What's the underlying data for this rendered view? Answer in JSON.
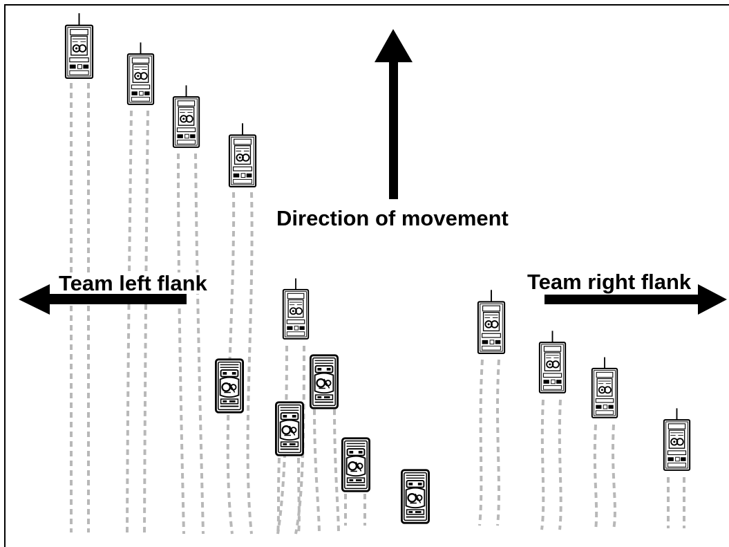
{
  "labels": {
    "direction": "Direction of movement",
    "left_flank": "Team left flank",
    "right_flank": "Team right flank"
  },
  "colors": {
    "ink": "#000000",
    "track": "#b8b8b8",
    "light_tank_fill": "#ffffff",
    "heavy_tank_fill": "#ffffff"
  },
  "vehicles": [
    {
      "id": "tank-1",
      "kind": "light"
    },
    {
      "id": "tank-2",
      "kind": "light"
    },
    {
      "id": "tank-3",
      "kind": "light"
    },
    {
      "id": "tank-4",
      "kind": "light"
    },
    {
      "id": "tank-5",
      "kind": "light"
    },
    {
      "id": "tank-6",
      "kind": "heavy"
    },
    {
      "id": "tank-7",
      "kind": "heavy"
    },
    {
      "id": "tank-8",
      "kind": "heavy"
    },
    {
      "id": "tank-9",
      "kind": "heavy"
    },
    {
      "id": "tank-10",
      "kind": "heavy"
    },
    {
      "id": "tank-11",
      "kind": "light"
    },
    {
      "id": "tank-12",
      "kind": "light"
    },
    {
      "id": "tank-13",
      "kind": "light"
    },
    {
      "id": "tank-14",
      "kind": "light"
    }
  ]
}
